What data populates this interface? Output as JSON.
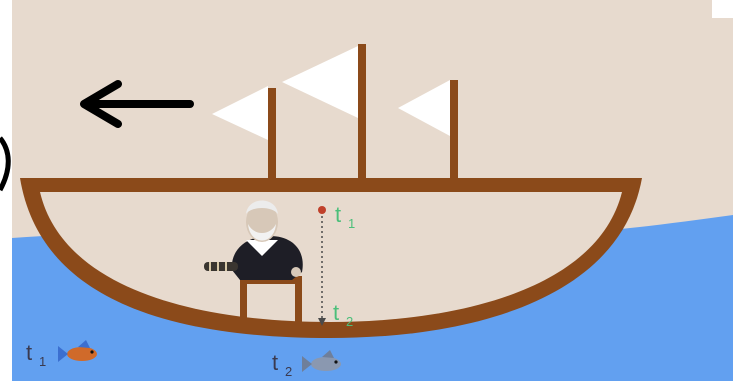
{
  "labels": {
    "ball_time_start": "t",
    "ball_time_start_sub": "1",
    "ball_time_end": "t",
    "ball_time_end_sub": "2",
    "fish_time_start": "t",
    "fish_time_start_sub": "1",
    "fish_time_end": "t",
    "fish_time_end_sub": "2"
  },
  "colors": {
    "sky": "#e7dace",
    "sea": "#62a0f0",
    "hull": "#8b4a1a",
    "sail": "#ffffff",
    "ball": "#c0402a",
    "label_green": "#4cbf7a",
    "label_dark": "#3a3a50",
    "arrow": "#000000"
  },
  "icons": {
    "direction": "arrow-left-icon",
    "fish_start": "fish-icon",
    "fish_end": "fish-icon",
    "sailor": "person-icon"
  }
}
